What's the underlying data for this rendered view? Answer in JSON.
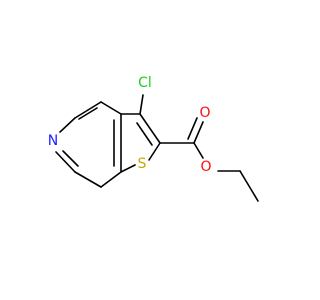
{
  "molecule": {
    "atoms": {
      "cl": "Cl",
      "s": "S",
      "n": "N",
      "o_carbonyl": "O",
      "o_ester": "O"
    },
    "colors": {
      "bond": "#000000",
      "chlorine": "#1fcc1f",
      "sulfur": "#c8a800",
      "nitrogen": "#2020ff",
      "oxygen": "#ff0d0d"
    }
  }
}
